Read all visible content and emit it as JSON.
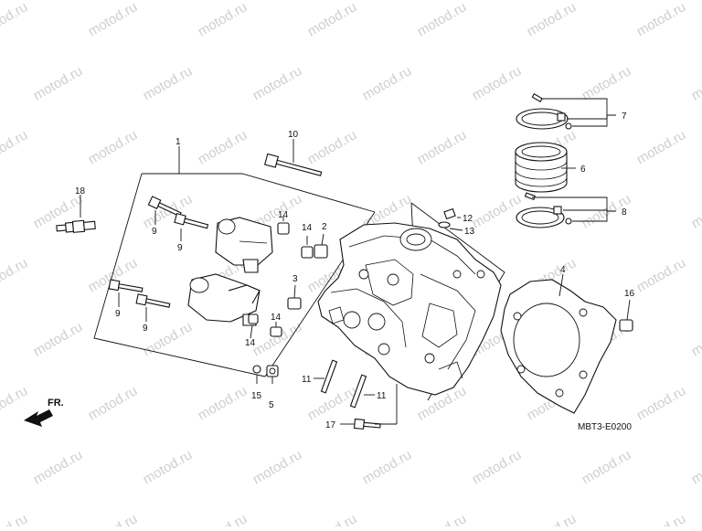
{
  "watermark": {
    "text": "motod.ru"
  },
  "diagram_code": "MBT3-E0200",
  "direction_label": "FR.",
  "callouts": {
    "c1": "1",
    "c2": "2",
    "c3": "3",
    "c4": "4",
    "c5": "5",
    "c6": "6",
    "c7": "7",
    "c8": "8",
    "c9a": "9",
    "c9b": "9",
    "c9c": "9",
    "c9d": "9",
    "c10": "10",
    "c11a": "11",
    "c11b": "11",
    "c12": "12",
    "c13": "13",
    "c14a": "14",
    "c14b": "14",
    "c14c": "14",
    "c14d": "14",
    "c15": "15",
    "c16": "16",
    "c17": "17",
    "c18": "18"
  },
  "colors": {
    "ink": "#111111",
    "watermark": "#cfcfcf",
    "background": "#ffffff"
  }
}
